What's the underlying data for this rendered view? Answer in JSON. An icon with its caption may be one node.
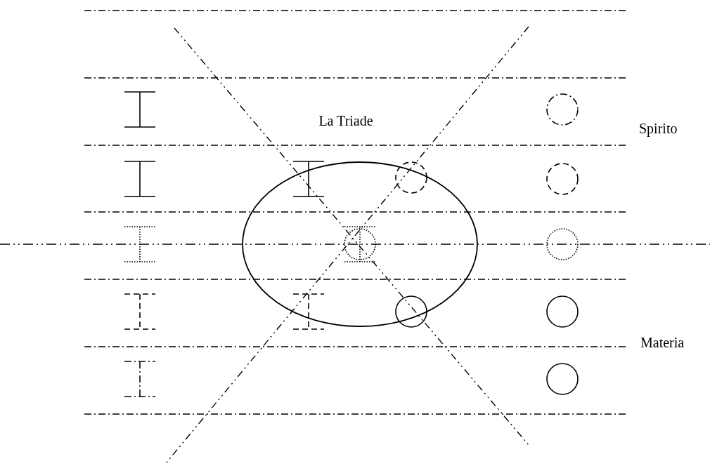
{
  "diagram": {
    "nodes": [
      {
        "text": [
          "La Triade"
        ]
      }
    ],
    "labels": [
      "Spirito",
      "Materia"
    ]
  }
}
